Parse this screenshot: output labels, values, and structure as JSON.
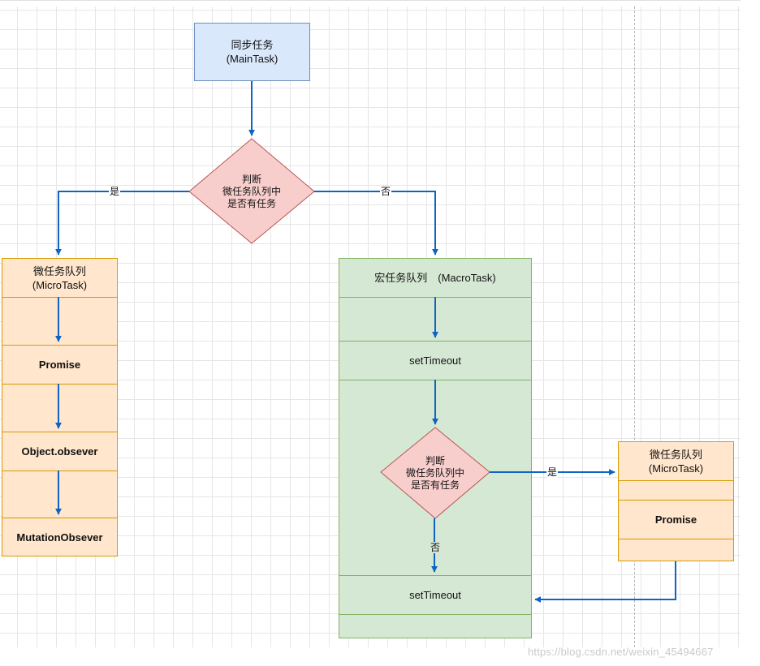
{
  "main_task": {
    "line1": "同步任务",
    "line2": "(MainTask)"
  },
  "decision_top": {
    "line1": "判断",
    "line2": "微任务队列中",
    "line3": "是否有任务"
  },
  "edge_labels": {
    "yes_left": "是",
    "no_right": "否",
    "yes_inner": "是",
    "no_inner": "否"
  },
  "micro_queue_left": {
    "header_line1": "微任务队列",
    "header_line2": "(MicroTask)",
    "items": [
      "Promise",
      "Object.obsever",
      "MutationObsever"
    ]
  },
  "macro_queue": {
    "header": "宏任务队列　(MacroTask)",
    "item_top": "setTimeout",
    "item_bottom": "setTimeout"
  },
  "decision_inner": {
    "line1": "判断",
    "line2": "微任务队列中",
    "line3": "是否有任务"
  },
  "micro_queue_right": {
    "header_line1": "微任务队列",
    "header_line2": "(MicroTask)",
    "item": "Promise"
  },
  "watermark": "https://blog.csdn.net/weixin_45494667",
  "colors": {
    "blue_fill": "#dae8fc",
    "blue_stroke": "#6c8ebf",
    "orange_fill": "#ffe6cc",
    "orange_stroke": "#d79b00",
    "green_fill": "#d5e8d4",
    "green_stroke": "#82b366",
    "red_fill": "#f8cecc",
    "red_stroke": "#b85450",
    "edge": "#0e63c4"
  }
}
